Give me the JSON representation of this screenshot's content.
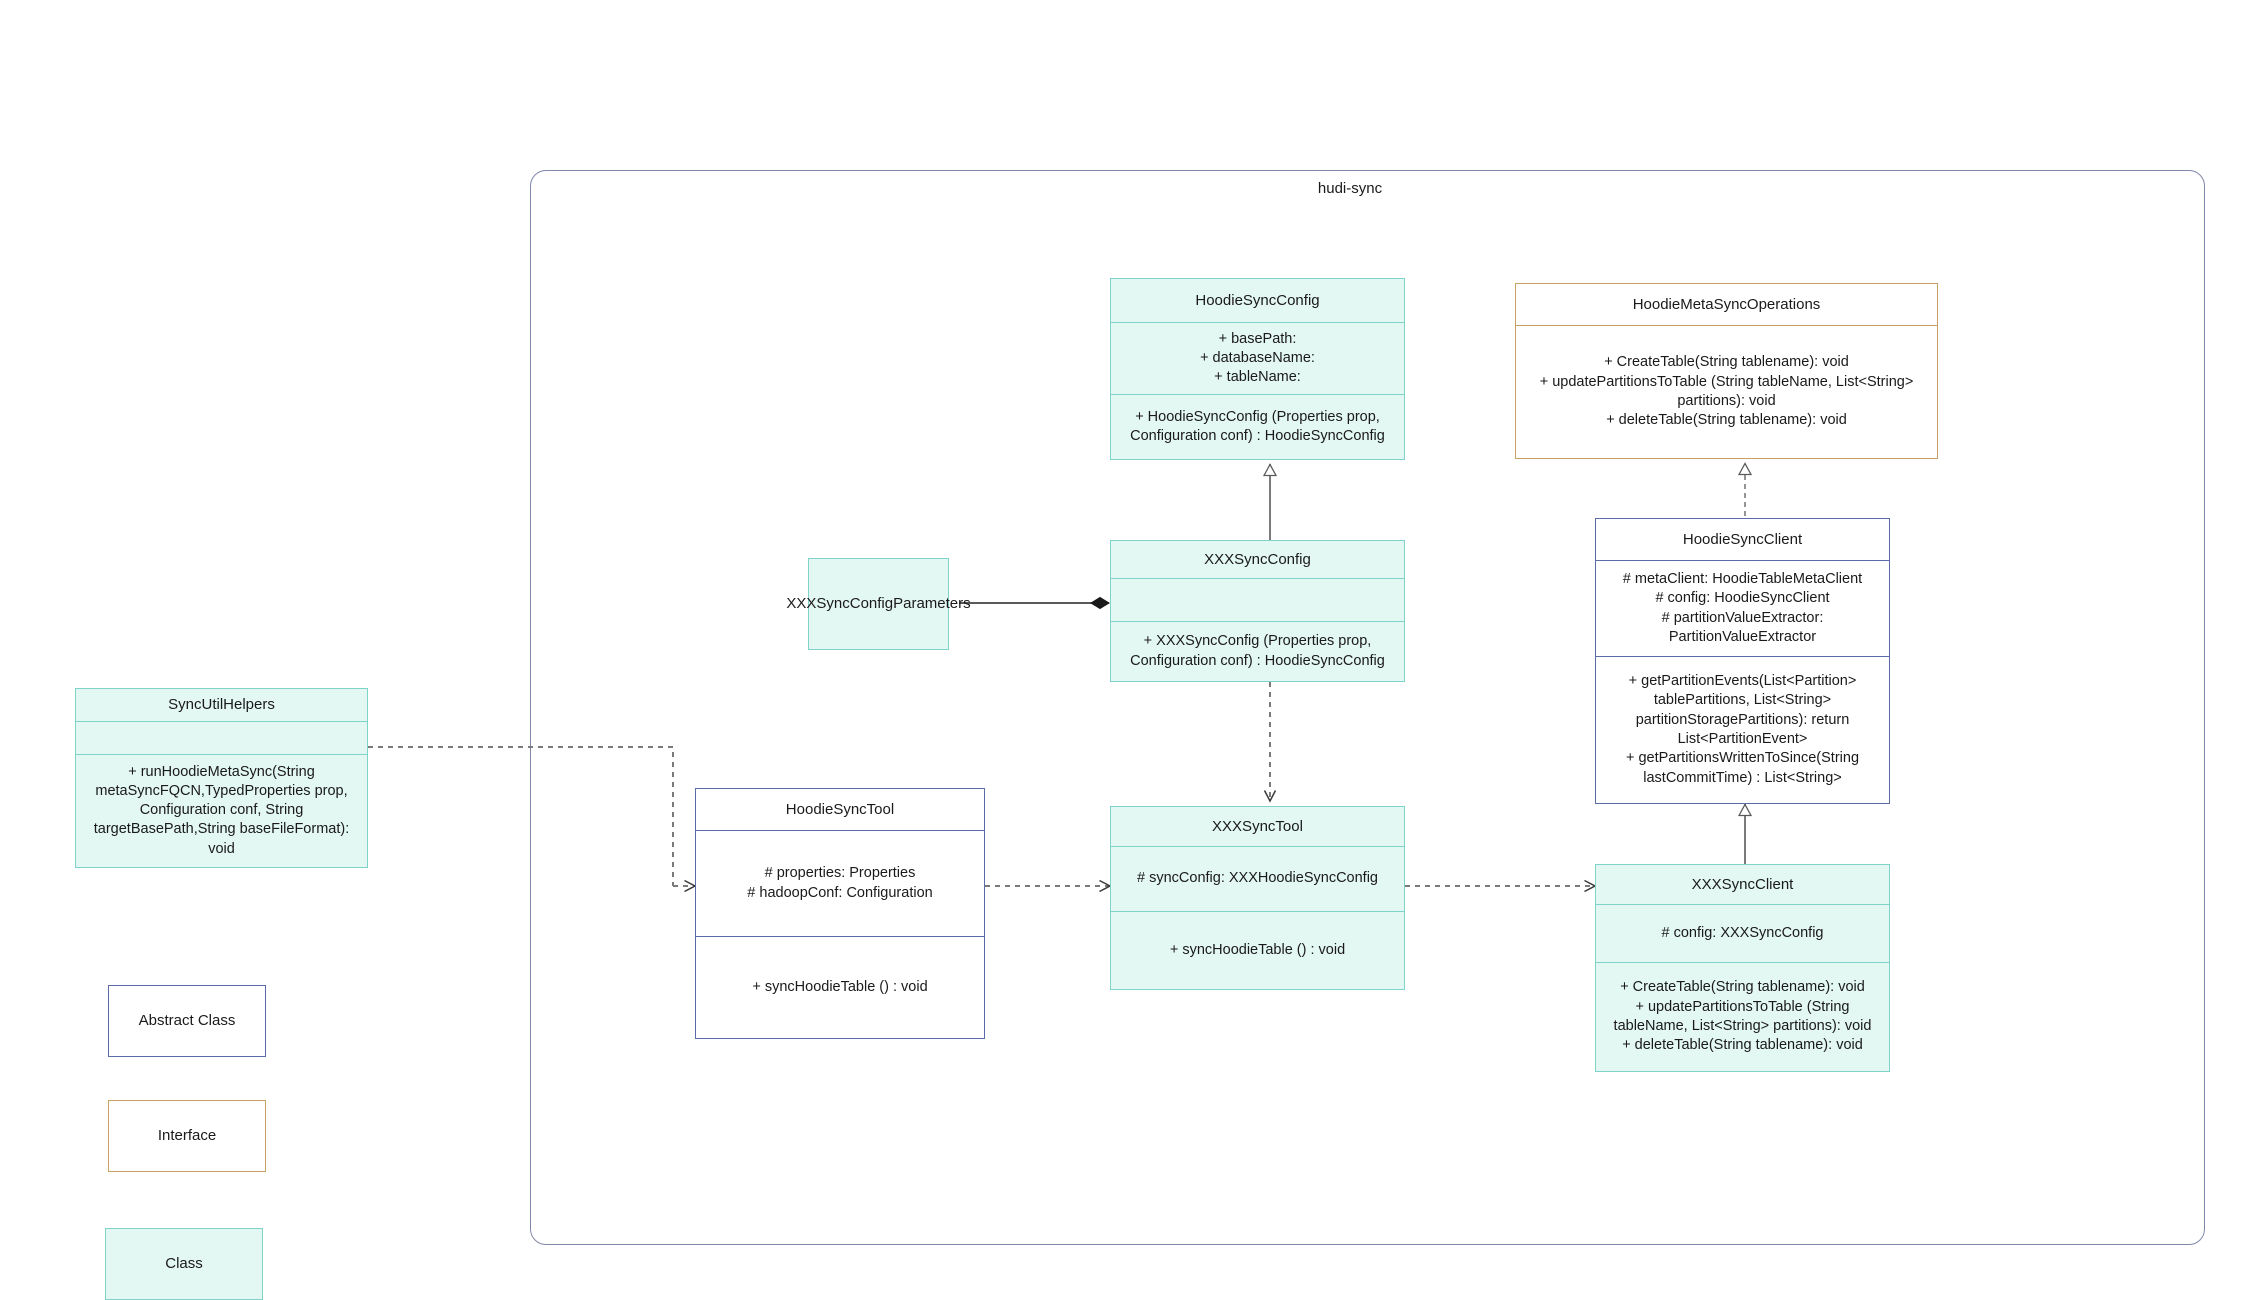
{
  "package": {
    "title": "hudi-sync"
  },
  "classes": {
    "hoodie_sync_config": {
      "name": "HoodieSyncConfig",
      "attributes": "+    basePath:\n+   databaseName:\n+    tableName:",
      "operations": "+   HoodieSyncConfig (Properties prop, Configuration conf) : HoodieSyncConfig"
    },
    "hoodie_meta_sync_operations": {
      "name": "HoodieMetaSyncOperations",
      "operations": "+   CreateTable(String tablename): void\n+   updatePartitionsToTable (String tableName, List<String> partitions): void\n+   deleteTable(String tablename): void"
    },
    "xxx_sync_config_parameters": {
      "name": "XXXSyncConfigParameters"
    },
    "xxx_sync_config": {
      "name": "XXXSyncConfig",
      "attributes": "",
      "operations": "+   XXXSyncConfig (Properties prop, Configuration conf) : HoodieSyncConfig"
    },
    "hoodie_sync_client": {
      "name": "HoodieSyncClient",
      "attributes": "#   metaClient: HoodieTableMetaClient\n#   config: HoodieSyncClient\n#    partitionValueExtractor: PartitionValueExtractor",
      "operations": "+   getPartitionEvents(List<Partition> tablePartitions, List<String> partitionStoragePartitions): return List<PartitionEvent>\n+   getPartitionsWrittenToSince(String lastCommitTime) : List<String>"
    },
    "sync_util_helpers": {
      "name": "SyncUtilHelpers",
      "attributes": "",
      "operations": "+    runHoodieMetaSync(String metaSyncFQCN,TypedProperties prop, Configuration conf, String targetBasePath,String baseFileFormat): void"
    },
    "hoodie_sync_tool": {
      "name": "HoodieSyncTool",
      "attributes": "#   properties: Properties\n#   hadoopConf: Configuration",
      "operations": "+   syncHoodieTable () : void"
    },
    "xxx_sync_tool": {
      "name": "XXXSyncTool",
      "attributes": "#   syncConfig: XXXHoodieSyncConfig",
      "operations": "+   syncHoodieTable () : void"
    },
    "xxx_sync_client": {
      "name": "XXXSyncClient",
      "attributes": "#   config: XXXSyncConfig",
      "operations": "+   CreateTable(String tablename): void\n+    updatePartitionsToTable (String tableName, List<String> partitions): void\n+   deleteTable(String tablename): void"
    }
  },
  "legend": {
    "abstract_class": "Abstract Class",
    "interface": "Interface",
    "class": "Class"
  },
  "colors": {
    "class_fill": "#e3f7f3",
    "class_stroke": "#7fd3c8",
    "abstract_stroke": "#5b6aa8",
    "interface_stroke": "#c9a063",
    "package_stroke": "#8187a8",
    "edge_stroke": "#6b6b6b",
    "edge_solid": "#5a5a5a"
  }
}
